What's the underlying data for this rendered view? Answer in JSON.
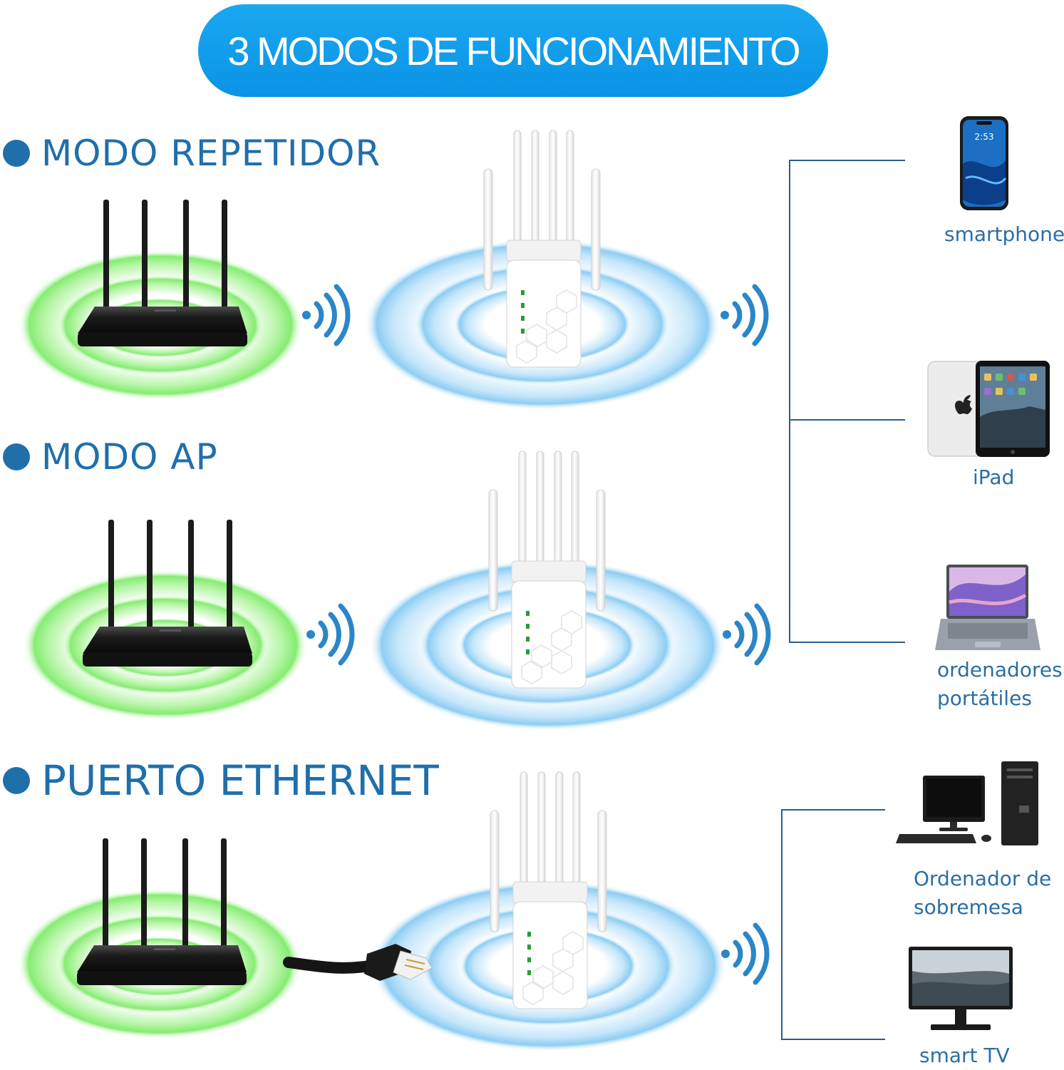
{
  "banner": {
    "title": "3 MODOS DE FUNCIONAMIENTO"
  },
  "modes": [
    {
      "label": "MODO REPETIDOR"
    },
    {
      "label": "MODO AP"
    },
    {
      "label": "PUERTO ETHERNET"
    }
  ],
  "devices": {
    "smartphone": "smartphone",
    "ipad": "iPad",
    "laptop_line1": "ordenadores",
    "laptop_line2": "portátiles",
    "desktop_line1": "Ordenador de",
    "desktop_line2": "sobremesa",
    "tv": "smart TV"
  },
  "phone_screen_time": "2:53",
  "colors": {
    "banner": "#0b93e6",
    "mode_text": "#1f6fab",
    "router_glow": "#8ef07a",
    "extender_glow": "#7fc6f2",
    "connector_line": "#2a5d8f"
  },
  "icons": [
    "wifi-router-icon",
    "wifi-extender-icon",
    "wifi-waves-icon",
    "ethernet-cable-icon",
    "smartphone-icon",
    "tablet-icon",
    "laptop-icon",
    "desktop-computer-icon",
    "tv-icon"
  ]
}
